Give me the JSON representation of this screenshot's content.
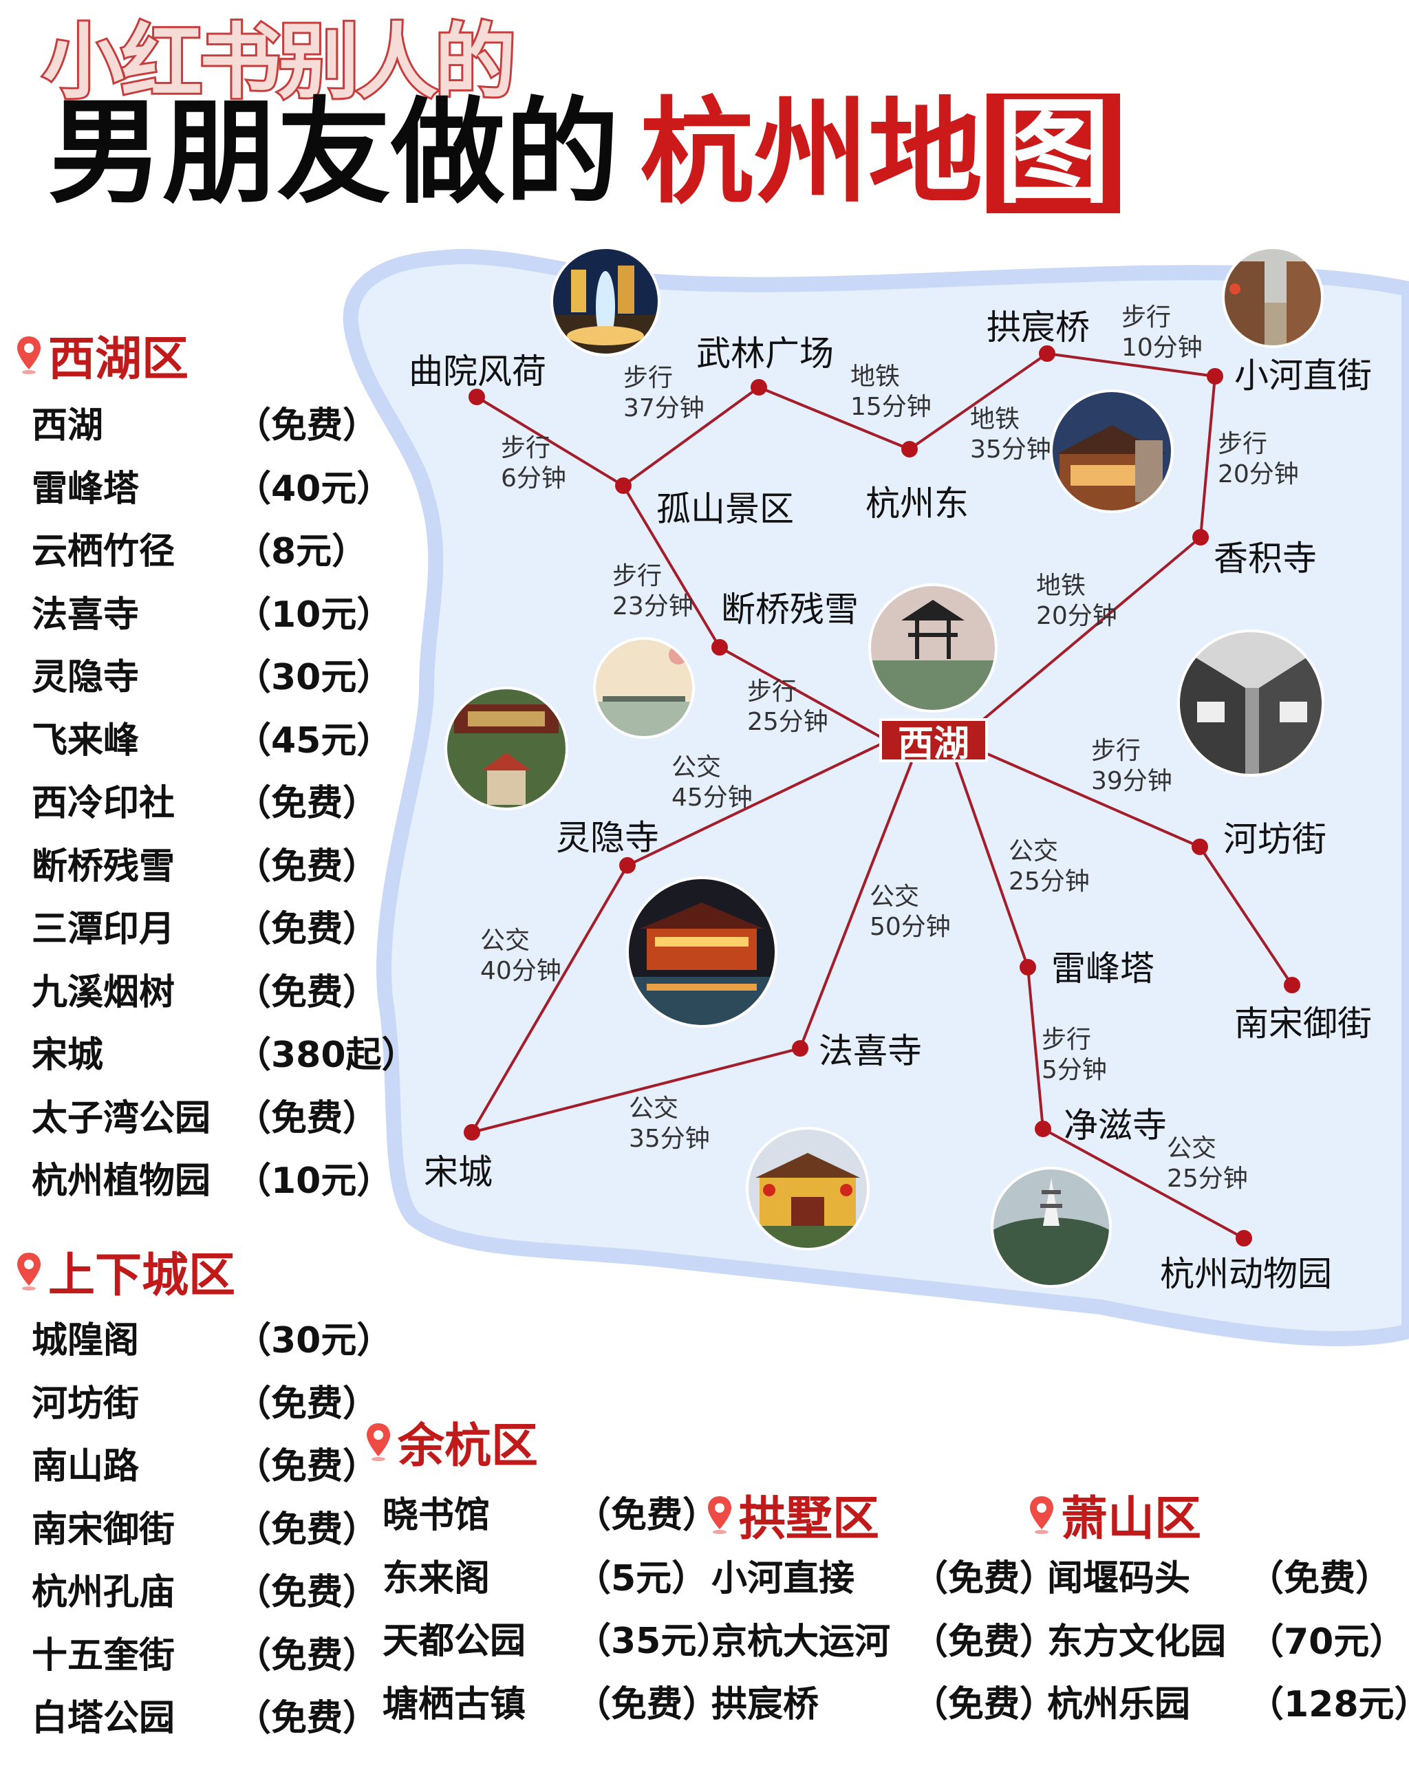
{
  "header": {
    "top_line": "小红书别人的",
    "main_black": "男朋友做的",
    "main_red": "杭州地",
    "main_red_box": "图"
  },
  "colors": {
    "accent_red": "#cc1a1a",
    "route_line": "#a31e2a",
    "map_fill": "#e6effc",
    "map_border": "#c7d6f5"
  },
  "left_districts": [
    {
      "name": "西湖区",
      "items": [
        {
          "name": "西湖",
          "price": "（免费）"
        },
        {
          "name": "雷峰塔",
          "price": "（40元）"
        },
        {
          "name": "云栖竹径",
          "price": "（8元）"
        },
        {
          "name": "法喜寺",
          "price": "（10元）"
        },
        {
          "name": "灵隐寺",
          "price": "（30元）"
        },
        {
          "name": "飞来峰",
          "price": "（45元）"
        },
        {
          "name": "西冷印社",
          "price": "（免费）"
        },
        {
          "name": "断桥残雪",
          "price": "（免费）"
        },
        {
          "name": "三潭印月",
          "price": "（免费）"
        },
        {
          "name": "九溪烟树",
          "price": "（免费）"
        },
        {
          "name": "宋城",
          "price": "（380起）"
        },
        {
          "name": "太子湾公园",
          "price": "（免费）"
        },
        {
          "name": "杭州植物园",
          "price": "（10元）"
        }
      ]
    },
    {
      "name": "上下城区",
      "items": [
        {
          "name": "城隍阁",
          "price": "（30元）"
        },
        {
          "name": "河坊街",
          "price": "（免费）"
        },
        {
          "name": "南山路",
          "price": "（免费）"
        },
        {
          "name": "南宋御街",
          "price": "（免费）"
        },
        {
          "name": "杭州孔庙",
          "price": "（免费）"
        },
        {
          "name": "十五奎街",
          "price": "（免费）"
        },
        {
          "name": "白塔公园",
          "price": "（免费）"
        }
      ]
    }
  ],
  "bottom_districts": [
    {
      "name": "余杭区",
      "items": [
        {
          "name": "晓书馆",
          "price": "（免费）"
        },
        {
          "name": "东来阁",
          "price": "（5元）"
        },
        {
          "name": "天都公园",
          "price": "（35元）"
        },
        {
          "name": "塘栖古镇",
          "price": "（免费）"
        }
      ]
    },
    {
      "name": "拱墅区",
      "items": [
        {
          "name": "小河直接",
          "price": "（免费）"
        },
        {
          "name": "京杭大运河",
          "price": "（免费）"
        },
        {
          "name": "拱宸桥",
          "price": "（免费）"
        }
      ]
    },
    {
      "name": "萧山区",
      "items": [
        {
          "name": "闻堰码头",
          "price": "（免费）"
        },
        {
          "name": "东方文化园",
          "price": "（70元）"
        },
        {
          "name": "杭州乐园",
          "price": "（128元）"
        }
      ]
    }
  ],
  "map": {
    "center": "西湖",
    "places": {
      "quyuan": "曲院风荷",
      "wulin": "武林广场",
      "gongchen": "拱宸桥",
      "xiaohe": "小河直街",
      "gushan": "孤山景区",
      "hzdong": "杭州东",
      "xiangji": "香积寺",
      "duanqiao": "断桥残雪",
      "lingyin": "灵隐寺",
      "hefang": "河坊街",
      "leifeng": "雷峰塔",
      "nansong": "南宋御街",
      "faxi": "法喜寺",
      "jingci": "净滋寺",
      "songcheng": "宋城",
      "zoo": "杭州动物园"
    },
    "routes": {
      "quyuan_gushan": {
        "mode": "步行",
        "time": "6分钟"
      },
      "gushan_wulin": {
        "mode": "步行",
        "time": "37分钟"
      },
      "wulin_hzdong": {
        "mode": "地铁",
        "time": "15分钟"
      },
      "hzdong_gongchen": {
        "mode": "地铁",
        "time": "35分钟"
      },
      "gongchen_xiaohe": {
        "mode": "步行",
        "time": "10分钟"
      },
      "xiaohe_xiangji": {
        "mode": "步行",
        "time": "20分钟"
      },
      "xiangji_xihu": {
        "mode": "地铁",
        "time": "20分钟"
      },
      "gushan_duanqiao": {
        "mode": "步行",
        "time": "23分钟"
      },
      "duanqiao_xihu": {
        "mode": "步行",
        "time": "25分钟"
      },
      "xihu_lingyin": {
        "mode": "公交",
        "time": "45分钟"
      },
      "xihu_hefang": {
        "mode": "步行",
        "time": "39分钟"
      },
      "hefang_nansong": {
        "mode": "",
        "time": ""
      },
      "xihu_leifeng": {
        "mode": "公交",
        "time": "25分钟"
      },
      "xihu_faxi": {
        "mode": "公交",
        "time": "50分钟"
      },
      "lingyin_songcheng": {
        "mode": "公交",
        "time": "40分钟"
      },
      "songcheng_faxi": {
        "mode": "公交",
        "time": "35分钟"
      },
      "leifeng_jingci": {
        "mode": "步行",
        "time": "5分钟"
      },
      "jingci_zoo": {
        "mode": "公交",
        "time": "25分钟"
      }
    }
  }
}
